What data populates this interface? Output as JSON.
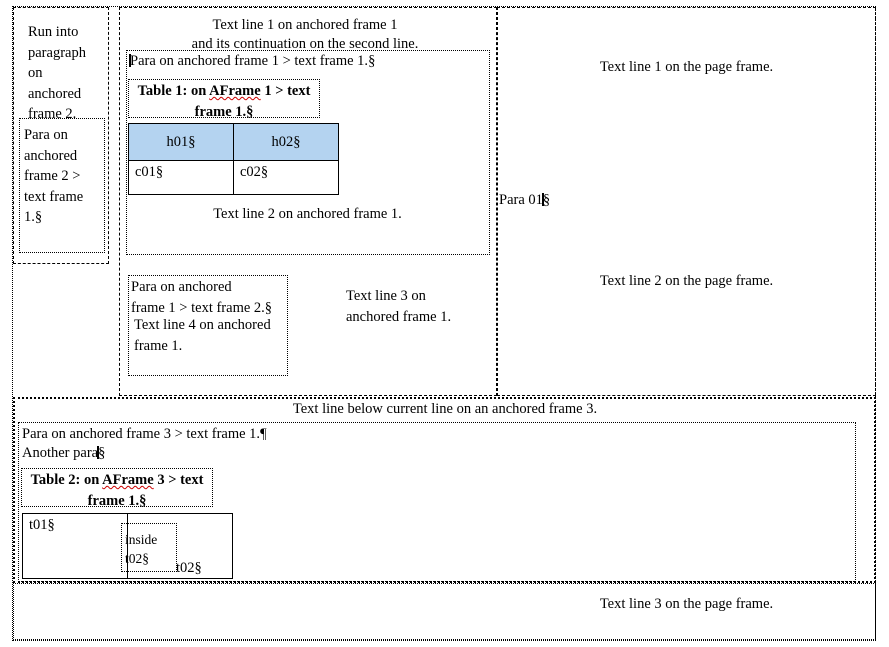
{
  "document": {
    "view": "formatting-marks-visible",
    "page_border_color": "#000000",
    "table_header_fill": "#b4d3f0",
    "spellcheck_underline_color": "#cc0000"
  },
  "page_frame": {
    "line1": "Text line 1 on the page frame.",
    "line2": "Text line 2 on the page frame.",
    "line3": "Text line 3 on the page frame.",
    "para01": "Para 01",
    "para01_mark": "§"
  },
  "anchored_frame_2": {
    "run_into_paragraph": "Run into\nparagraph\non\nanchored\nframe 2.",
    "text_frame_1": {
      "para": "Para on\nanchored\nframe 2 >\ntext frame\n1.",
      "mark": "§"
    }
  },
  "anchored_frame_1": {
    "line1": "Text line 1 on anchored frame 1",
    "line1_cont": "and its continuation on the second line.",
    "para_text_frame_1": "Para on anchored frame 1 > text frame 1.",
    "para_text_frame_1_mark": "§",
    "table_caption": {
      "prefix": "Table 1: on ",
      "squiggle_word": "AFrame",
      "suffix": " 1 > text frame 1.",
      "mark": "§"
    },
    "table": {
      "headers": [
        "h01§",
        "h02§"
      ],
      "rows": [
        [
          "c01§",
          "c02§"
        ]
      ]
    },
    "line2": "Text line 2 on anchored frame 1.",
    "line3": "Text line 3 on\nanchored frame 1.",
    "line4": "Text line 4 on anchored\nframe 1.",
    "text_frame_2": {
      "para": "Para on anchored\nframe 1 > text frame 2.",
      "mark": "§"
    }
  },
  "anchored_frame_3": {
    "line_below": "Text line below current line on an anchored frame 3.",
    "text_frame_1": {
      "para1": "Para on anchored frame 3 > text frame 1.",
      "para1_mark": "¶",
      "para2": "Another para",
      "para2_mark": "§"
    },
    "table_caption": {
      "prefix": "Table 2: on ",
      "squiggle_word": "AFrame",
      "suffix": " 3 > text frame 1.",
      "mark": "§"
    },
    "table": {
      "rows": [
        [
          "t01§",
          "t02§"
        ]
      ],
      "nested_frame_text": "inside\nt02§"
    }
  }
}
